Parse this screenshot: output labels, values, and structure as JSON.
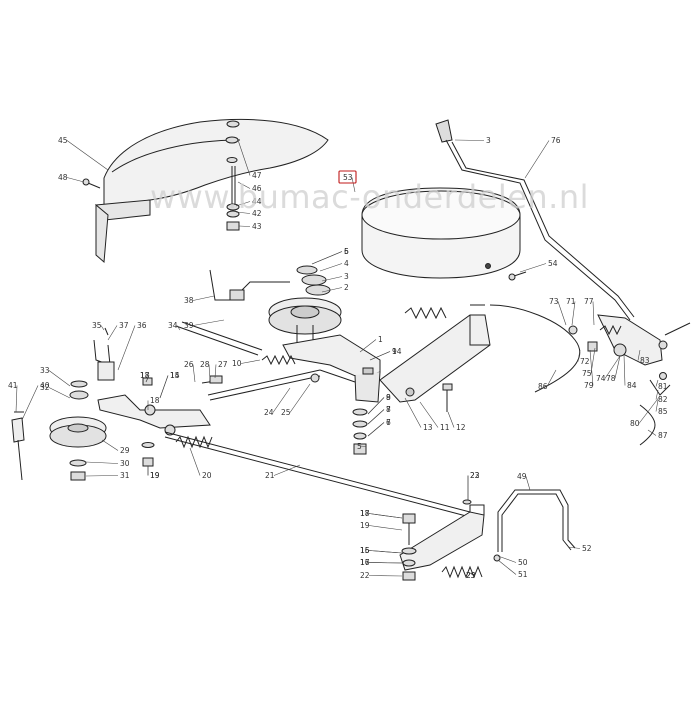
{
  "watermark": "www.bumac-onderdelen.nl",
  "highlight": {
    "part": "53",
    "color": "#c01818"
  },
  "part_numbers": [
    "1",
    "2",
    "3",
    "4",
    "5",
    "6",
    "7",
    "8",
    "9",
    "10",
    "11",
    "12",
    "13",
    "14",
    "15",
    "16",
    "17",
    "18",
    "19",
    "20",
    "21",
    "22",
    "23",
    "24",
    "25",
    "26",
    "27",
    "28",
    "29",
    "30",
    "31",
    "32",
    "33",
    "34",
    "35",
    "36",
    "37",
    "38",
    "39",
    "40",
    "41",
    "42",
    "43",
    "44",
    "45",
    "46",
    "47",
    "48",
    "49",
    "50",
    "51",
    "52",
    "53",
    "54",
    "71",
    "72",
    "73",
    "74",
    "75",
    "76",
    "77",
    "78",
    "79",
    "80",
    "81",
    "82",
    "83",
    "84",
    "85",
    "86",
    "87",
    "3",
    "5",
    "6",
    "7",
    "8",
    "9",
    "14",
    "15",
    "16",
    "17",
    "17",
    "18",
    "18",
    "19",
    "19",
    "22",
    "23",
    "25"
  ]
}
